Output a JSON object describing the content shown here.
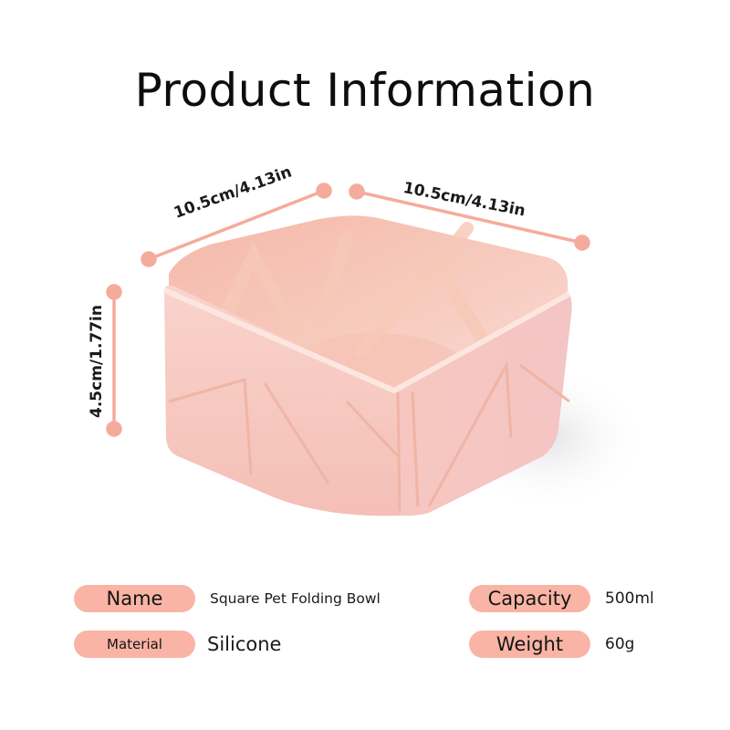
{
  "header": {
    "title": "Product Information"
  },
  "product_image": {
    "description": "pink square silicone folding pet bowl",
    "colors": {
      "body": "#f6c4bd",
      "rim": "#fde4de",
      "ribs": "#f3b3a2",
      "inner": "#f2a99c"
    }
  },
  "dimensions": {
    "width_left": "10.5cm/4.13in",
    "width_right": "10.5cm/4.13in",
    "height": "4.5cm/1.77in",
    "line_color": "#f5ab9b"
  },
  "specs": [
    {
      "label": "Name",
      "value": "Square Pet Folding Bowl"
    },
    {
      "label": "Material",
      "value": "Silicone"
    },
    {
      "label": "Capacity",
      "value": "500ml"
    },
    {
      "label": "Weight",
      "value": "60g"
    }
  ],
  "accent_color": "#f9b4a5"
}
